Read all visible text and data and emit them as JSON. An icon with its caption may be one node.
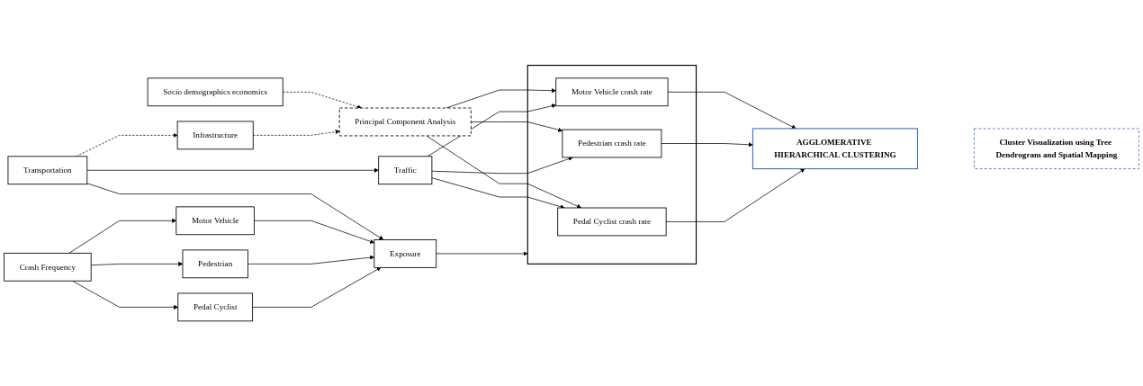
{
  "diagram": {
    "nodes": [
      {
        "text": [
          "Socio demographics economics"
        ]
      },
      {
        "text": [
          "Principal Component Analysis"
        ]
      },
      {
        "text": [
          "Infrastructure"
        ]
      },
      {
        "text": [
          "Transportation"
        ]
      },
      {
        "text": [
          "Traffic"
        ]
      },
      {
        "text": [
          "Exposure"
        ]
      },
      {
        "text": [],
        "shape": "box"
      },
      {
        "text": [
          "Motor Vehicle crash rate"
        ],
        "in": 6
      },
      {
        "text": [
          "Pedestrian crash rate"
        ],
        "in": 6
      },
      {
        "text": [
          "Pedal Cyclist crash rate"
        ],
        "in": 6
      },
      {
        "text": [
          "Motor Vehicle"
        ]
      },
      {
        "text": [
          "Pedestrian"
        ]
      },
      {
        "text": [
          "Pedal Cyclist"
        ]
      },
      {
        "text": [
          "Crash Frequency"
        ]
      },
      {
        "text": [
          "AGGLOMERATIVE HIERARCHICAL CLUSTERING"
        ]
      },
      {
        "text": [
          "Cluster Visualization using Tree Dendrogram and Spatial Mapping"
        ]
      }
    ],
    "edges": [
      {
        "from": 0,
        "to": 1,
        "arrow": "to",
        "style": "dashed"
      },
      {
        "from": 2,
        "to": 1,
        "arrow": "to",
        "style": "dashed"
      },
      {
        "from": 3,
        "to": 2,
        "arrow": "to",
        "style": "dashed"
      },
      {
        "from": 3,
        "to": 4,
        "arrow": "to"
      },
      {
        "from": 3,
        "to": 5,
        "arrow": "to"
      },
      {
        "from": 1,
        "to": 7,
        "arrow": "to"
      },
      {
        "from": 1,
        "to": 8,
        "arrow": "to"
      },
      {
        "from": 1,
        "to": 9,
        "arrow": "to"
      },
      {
        "from": 4,
        "to": 7,
        "arrow": "to"
      },
      {
        "from": 4,
        "to": 8,
        "arrow": "to"
      },
      {
        "from": 4,
        "to": 9,
        "arrow": "to"
      },
      {
        "from": 5,
        "to": 6,
        "arrow": "to"
      },
      {
        "from": 13,
        "to": 10,
        "arrow": "to"
      },
      {
        "from": 13,
        "to": 11,
        "arrow": "to"
      },
      {
        "from": 13,
        "to": 12,
        "arrow": "to"
      },
      {
        "from": 10,
        "to": 5,
        "arrow": "to"
      },
      {
        "from": 11,
        "to": 5,
        "arrow": "to"
      },
      {
        "from": 12,
        "to": 5,
        "arrow": "to"
      },
      {
        "from": 7,
        "to": 14,
        "arrow": "to"
      },
      {
        "from": 8,
        "to": 14,
        "arrow": "to"
      },
      {
        "from": 9,
        "to": 14,
        "arrow": "to"
      }
    ]
  }
}
